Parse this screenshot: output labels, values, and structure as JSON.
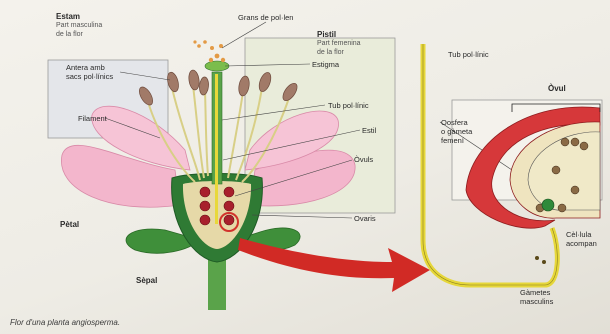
{
  "labels": {
    "estam_title": "Estam",
    "estam_sub": "Part masculina\nde la flor",
    "grans": "Grans de pol·len",
    "pistil_title": "Pistil",
    "pistil_sub": "Part femenina\nde la flor",
    "antera": "Antera amb\nsacs pol·línics",
    "estigma": "Estigma",
    "tub_left": "Tub pol·línic",
    "filament": "Filament",
    "estil": "Estil",
    "ovuls": "Òvuls",
    "ovaris": "Ovaris",
    "petal": "Pètal",
    "sepal": "Sèpal",
    "tub_right": "Tub pol·línic",
    "ovul": "Òvul",
    "oosfera": "Oosfera\no gàmeta\nfemení",
    "cellula": "Cèl·lula\nacompan",
    "gametes": "Gàmetes\nmasculins"
  },
  "caption": "Flor d'una planta angiosperma."
}
